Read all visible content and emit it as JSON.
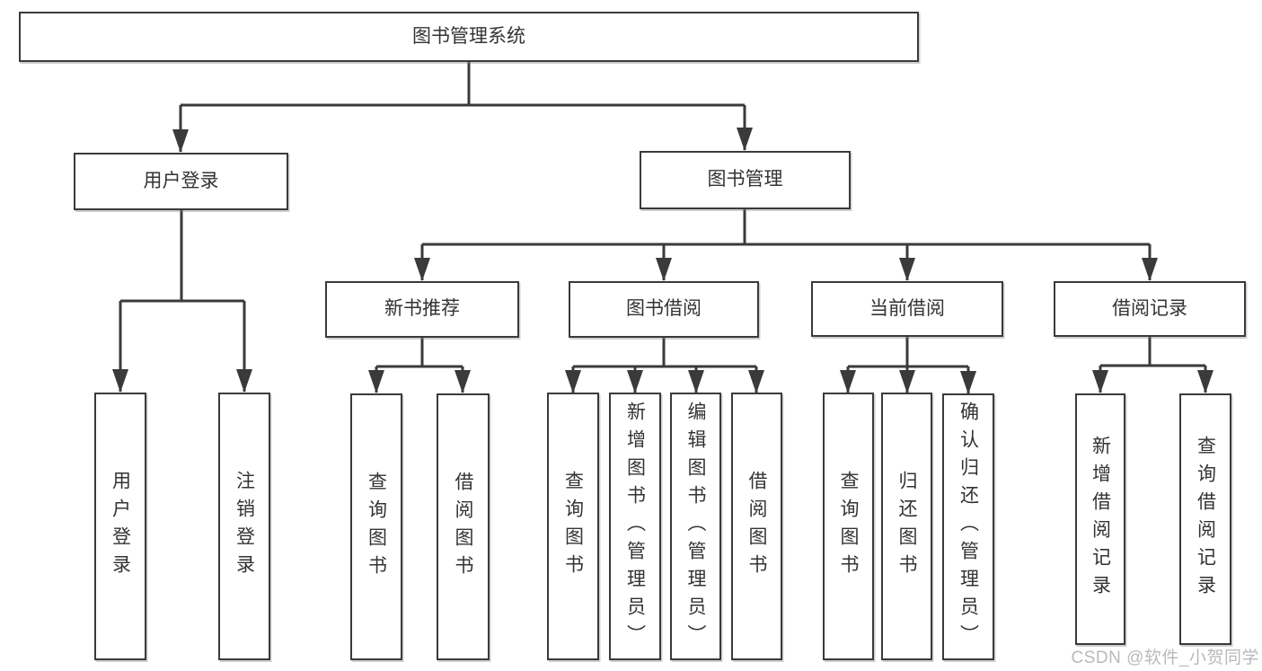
{
  "colors": {
    "line": "#3a3a3a",
    "box_border": "#3a3a3a",
    "box_background": "#ffffff",
    "text": "#333333",
    "watermark": "#b9b9b9",
    "page_background": "#ffffff"
  },
  "watermark": {
    "text": "CSDN @软件_小贺同学"
  },
  "tree": {
    "root": {
      "label": "图书管理系统"
    },
    "branches": [
      {
        "label": "用户登录",
        "children": [
          {
            "label": "用户登录"
          },
          {
            "label": "注销登录"
          }
        ]
      },
      {
        "label": "图书管理",
        "children": [
          {
            "label": "新书推荐",
            "children": [
              {
                "label": "查询图书"
              },
              {
                "label": "借阅图书"
              }
            ]
          },
          {
            "label": "图书借阅",
            "children": [
              {
                "label": "查询图书"
              },
              {
                "label": "新增图书（管理员）"
              },
              {
                "label": "编辑图书（管理员）"
              },
              {
                "label": "借阅图书"
              }
            ]
          },
          {
            "label": "当前借阅",
            "children": [
              {
                "label": "查询图书"
              },
              {
                "label": "归还图书"
              },
              {
                "label": "确认归还（管理员）"
              }
            ]
          },
          {
            "label": "借阅记录",
            "children": [
              {
                "label": "新增借阅记录"
              },
              {
                "label": "查询借阅记录"
              }
            ]
          }
        ]
      }
    ]
  }
}
